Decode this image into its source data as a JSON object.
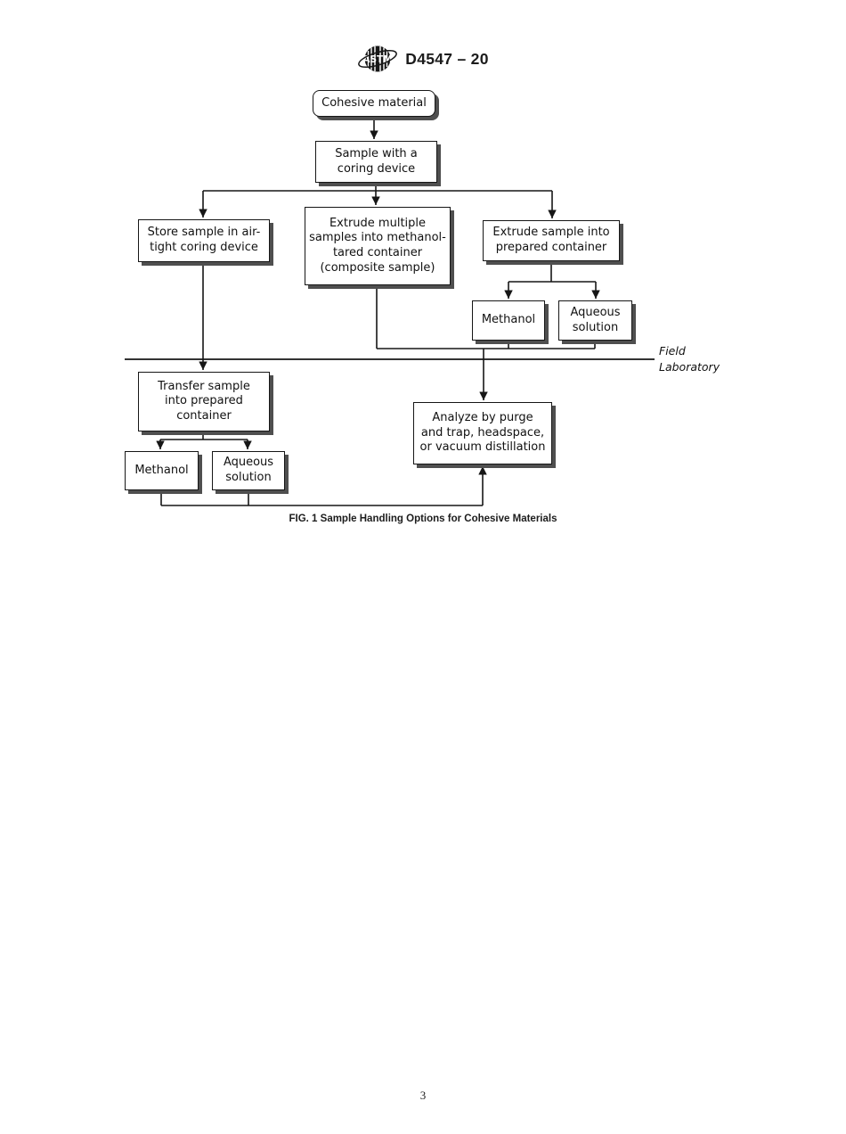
{
  "header": {
    "logo": "ASTM",
    "doc_number": "D4547 – 20"
  },
  "figure": {
    "caption": "FIG. 1 Sample Handling Options for Cohesive Materials",
    "divider_labels": {
      "top": "Field",
      "bottom": "Laboratory"
    },
    "nodes": {
      "cohesive": "Cohesive material",
      "sample_coring": "Sample with a\ncoring device",
      "store": "Store sample in air-\ntight coring device",
      "extrude_multiple": "Extrude multiple\nsamples into methanol-\ntared container\n(composite sample)",
      "extrude_sample": "Extrude sample into\nprepared container",
      "methanol_field": "Methanol",
      "aqueous_field": "Aqueous\nsolution",
      "transfer": "Transfer sample\ninto prepared\ncontainer",
      "methanol_lab": "Methanol",
      "aqueous_lab": "Aqueous\nsolution",
      "analyze": "Analyze by purge\nand trap, headspace,\nor vacuum distillation"
    },
    "colors": {
      "ink": "#161616",
      "box_shadow": "#4f4f4f",
      "background": "#ffffff"
    }
  },
  "footer": {
    "page_number": "3"
  }
}
